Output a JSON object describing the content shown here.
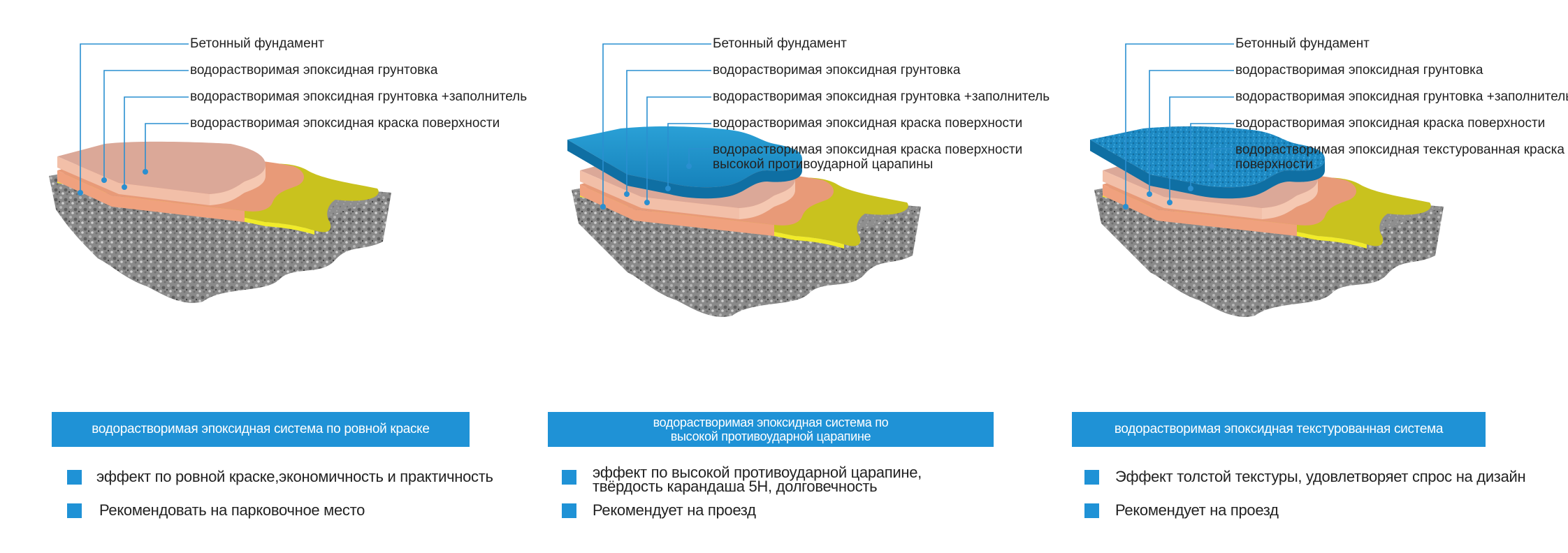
{
  "colors": {
    "accent": "#1f92d6",
    "leader_line": "#2a8fd0",
    "concrete": "#8c8c8c",
    "primer": "#c8c21c",
    "filler_layer": "#e9a182",
    "paint_layer": "#efc2ad",
    "blue_layer": "#1a8fc8"
  },
  "panels": [
    {
      "labels": [
        "Бетонный фундамент",
        "водорастворимая эпоксидная грунтовка",
        "водорастворимая эпоксидная грунтовка +заполнитель",
        "водорастворимая эпоксидная краска поверхности"
      ],
      "banner": [
        "водорастворимая эпоксидная система по ровной краске"
      ],
      "bullets": [
        "эффект по ровной краске,экономичность и практичность",
        "Рекомендовать на парковочное место"
      ]
    },
    {
      "labels": [
        "Бетонный фундамент",
        "водорастворимая эпоксидная грунтовка",
        "водорастворимая эпоксидная грунтовка +заполнитель",
        "водорастворимая эпоксидная краска поверхности",
        "водорастворимая эпоксидная краска поверхности",
        "высокой противоударной царапины"
      ],
      "banner": [
        "водорастворимая эпоксидная система по",
        "высокой противоударной царапине"
      ],
      "bullets": [
        "эффект по высокой противоударной царапине,",
        "твёрдость карандаша 5Н, долговечность",
        "Рекомендует на проезд"
      ]
    },
    {
      "labels": [
        "Бетонный фундамент",
        "водорастворимая эпоксидная грунтовка",
        "водорастворимая эпоксидная грунтовка +заполнитель",
        "водорастворимая эпоксидная краска поверхности",
        "водорастворимая эпоксидная текстурованная краска",
        "поверхности"
      ],
      "banner": [
        "водорастворимая эпоксидная текстурованная система"
      ],
      "bullets": [
        "Эффект толстой текстуры, удовлетворяет спрос на дизайн",
        "Рекомендует на проезд"
      ]
    }
  ]
}
